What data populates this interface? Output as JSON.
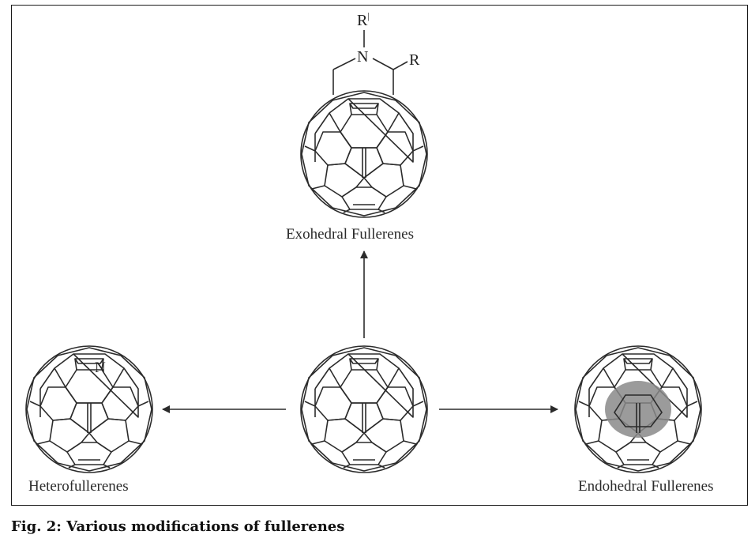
{
  "labels": {
    "exohedral": "Exohedral Fullerenes",
    "hetero": "Heterofullerenes",
    "endohedral": "Endohedral Fullerenes"
  },
  "atoms": {
    "r_prime": "R",
    "prime_mark": "|",
    "nitrogen": "N",
    "r": "R",
    "hetero_nitrogen": "N"
  },
  "caption": "Fig. 2: Various modifications of fullerenes",
  "colors": {
    "line": "#2b2b2b",
    "endohedral_fill": "#8a8a8a"
  },
  "icons": [
    "c60-fullerene",
    "exohedral-fullerene",
    "heterofullerene",
    "endohedral-fullerene",
    "arrow"
  ]
}
